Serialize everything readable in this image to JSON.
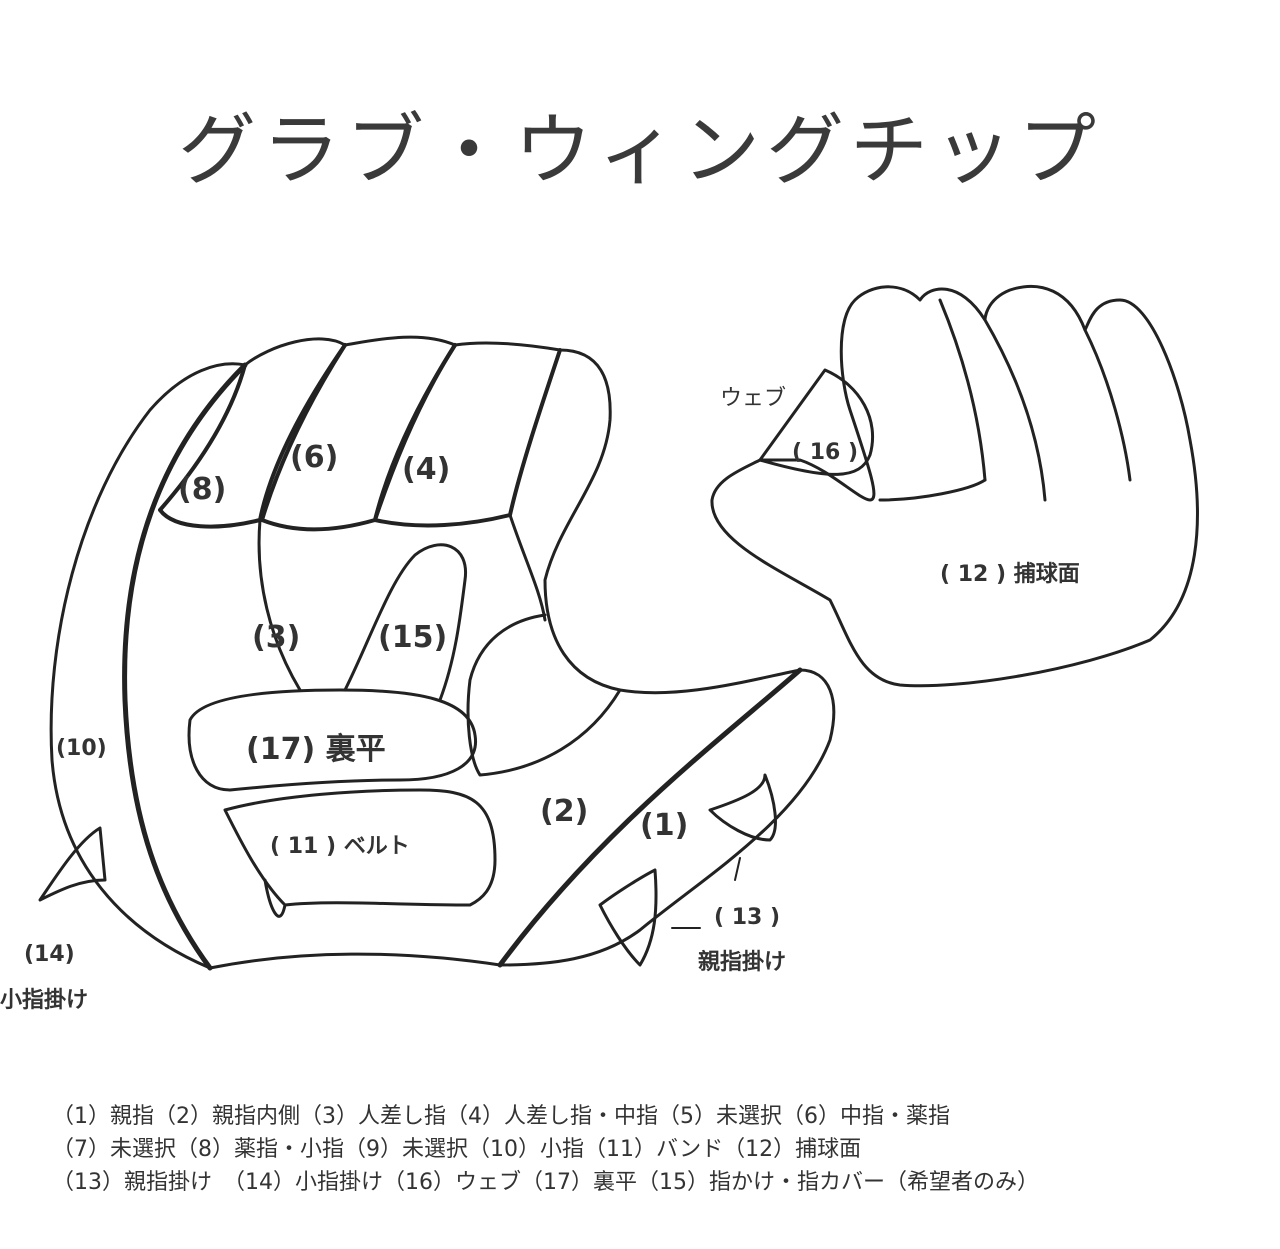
{
  "title": "グラブ・ウィングチップ",
  "labels": {
    "p8": "(8)",
    "p6": "(6)",
    "p4": "(4)",
    "p3": "(3)",
    "p15": "(15)",
    "p17": "(17) 裏平",
    "p10": "(10)",
    "p11": "( 11 ) ベルト",
    "p2": "(2)",
    "p1": "(1)",
    "p13": "( 13 )",
    "p13name": "親指掛け",
    "p14": "(14)",
    "p14name": "小指掛け",
    "web": "ウェブ",
    "p16": "( 16 )",
    "p12": "( 12 ) 捕球面"
  },
  "legend": [
    "（1）親指（2）親指内側（3）人差し指（4）人差し指・中指（5）未選択（6）中指・薬指",
    "（7）未選択（8）薬指・小指（9）未選択（10）小指（11）バンド（12）捕球面",
    "（13）親指掛け　（14）小指掛け（16）ウェブ（17）裏平（15）指かけ・指カバー（希望者のみ）"
  ]
}
